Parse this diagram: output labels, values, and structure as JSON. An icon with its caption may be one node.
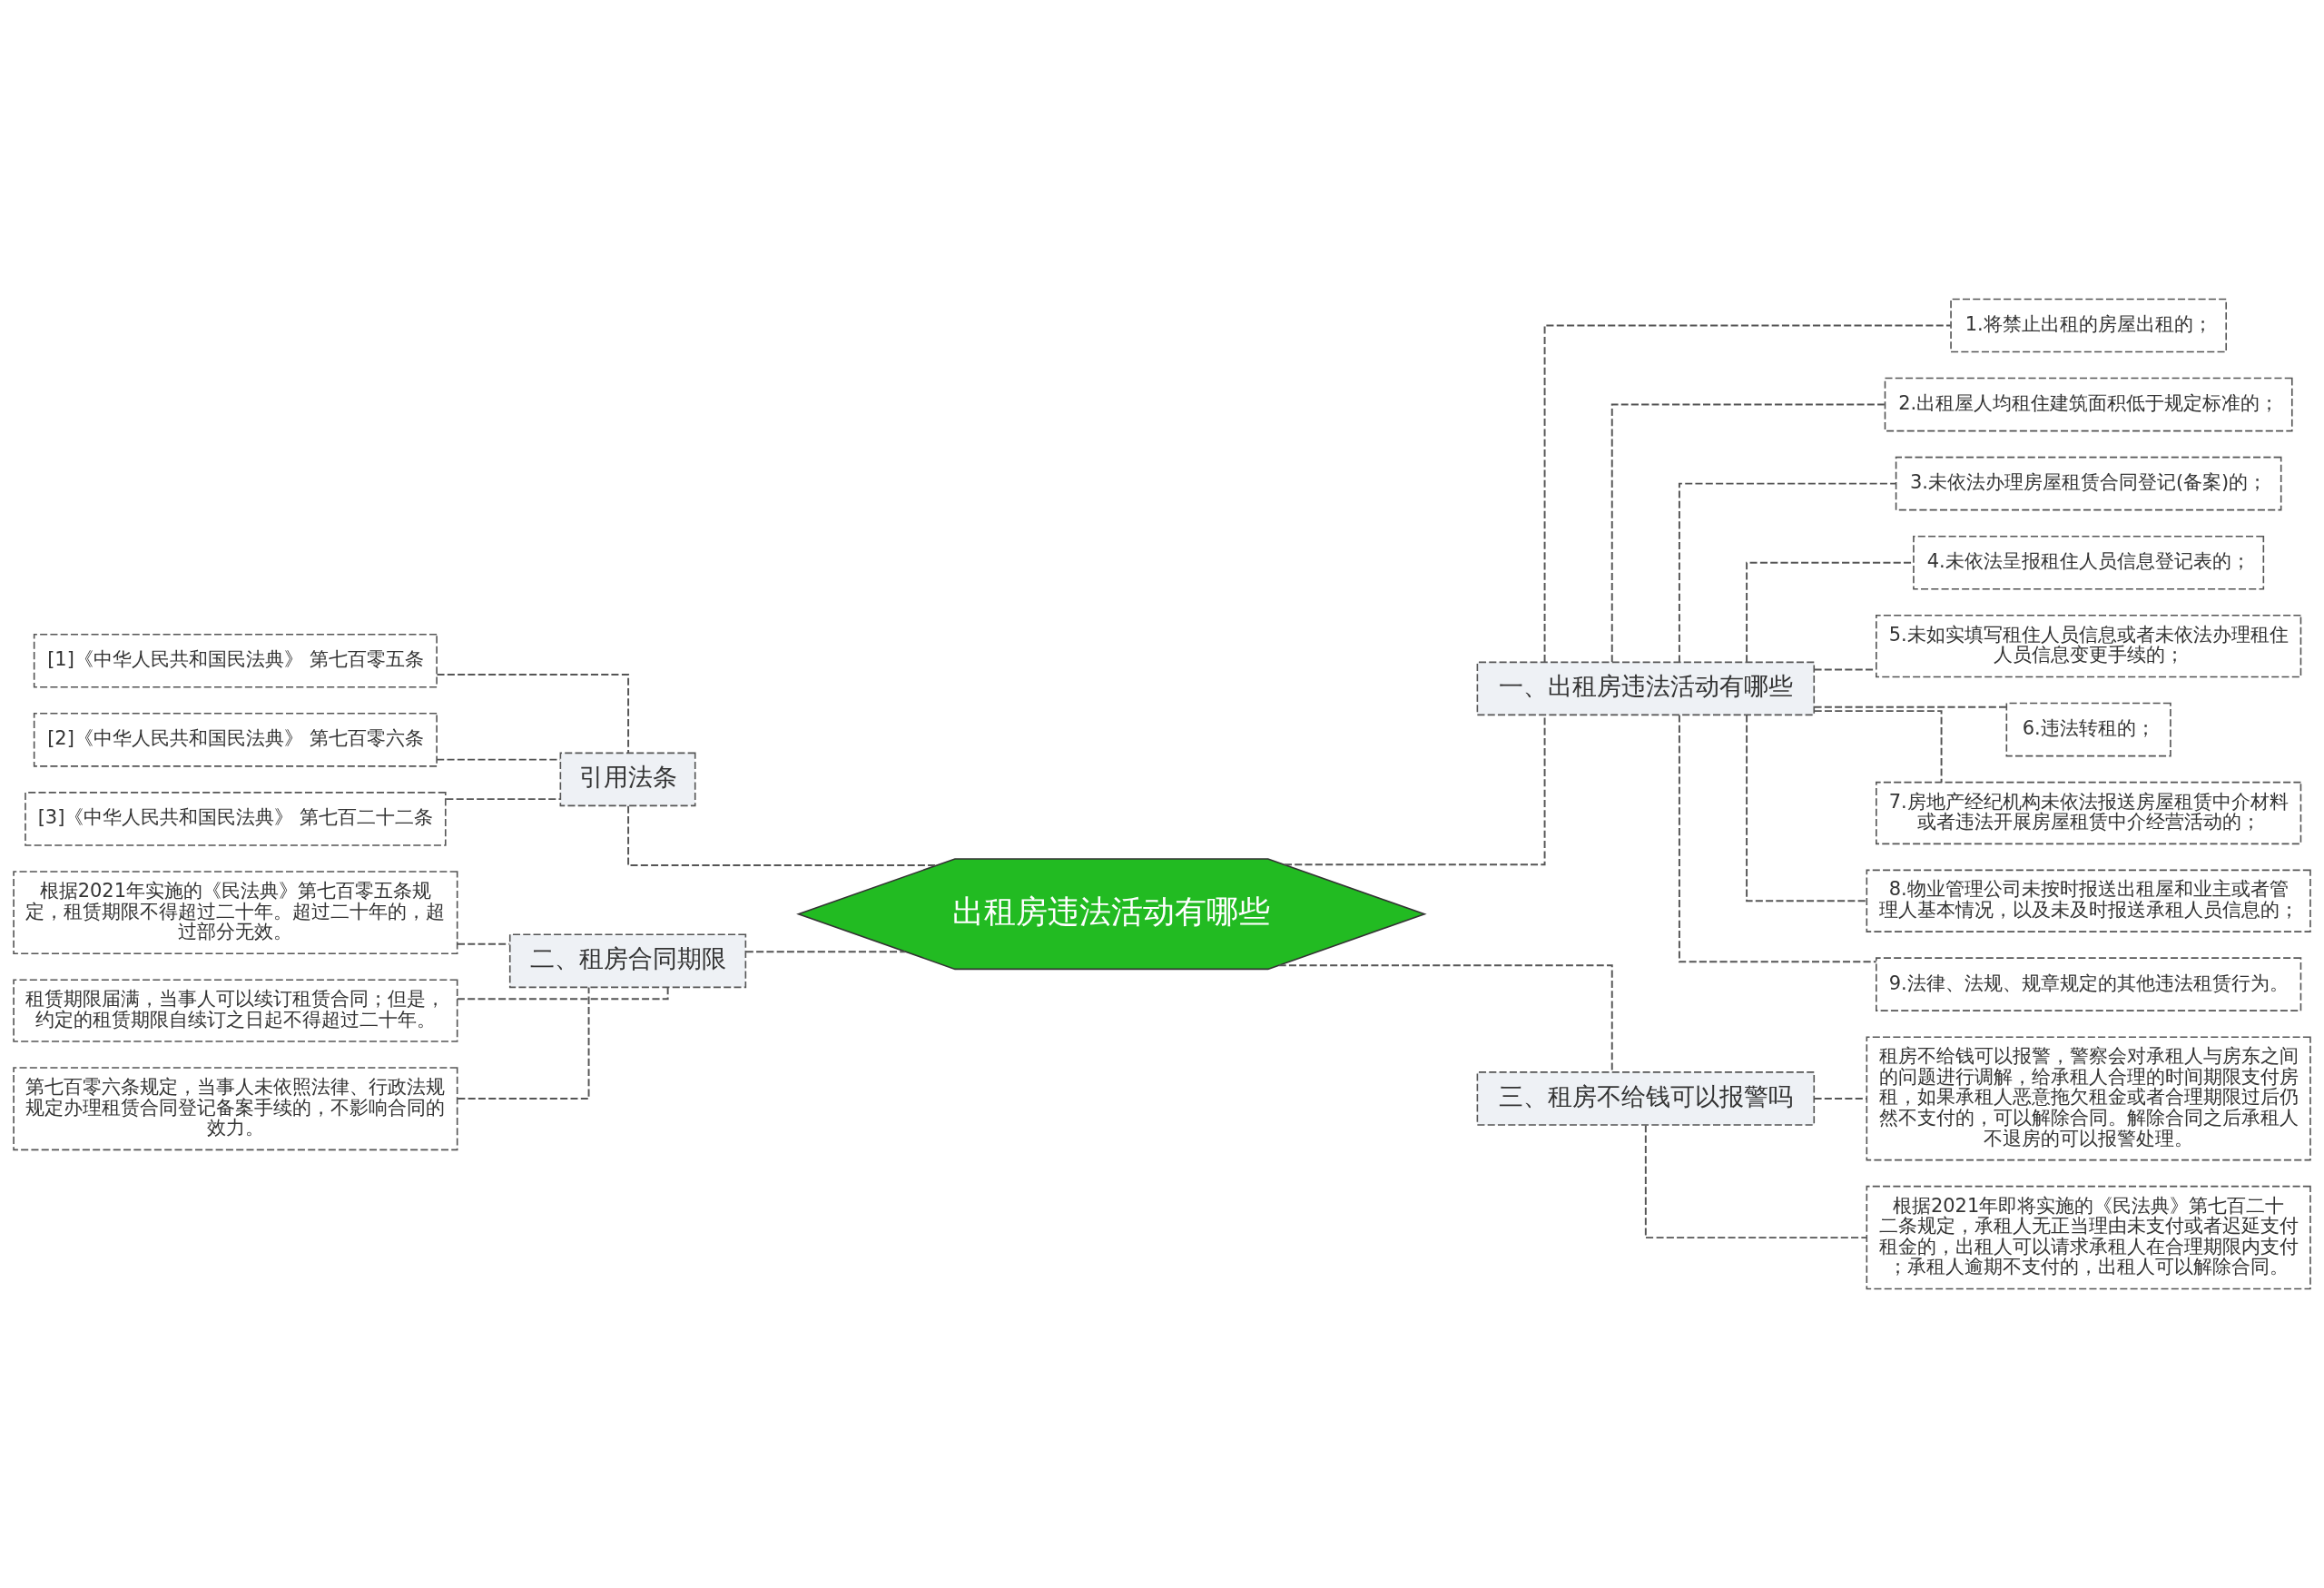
{
  "diagram": {
    "nodes": [
      {
        "text": [
          "出租房违法活动有哪些"
        ]
      },
      {
        "text": [
          "一、出租房违法活动有哪些"
        ]
      },
      {
        "text": [
          "1.将禁止出租的房屋出租的；"
        ]
      },
      {
        "text": [
          "2.出租屋人均租住建筑面积低于规定标准的；"
        ]
      },
      {
        "text": [
          "3.未依法办理房屋租赁合同登记(备案)的；"
        ]
      },
      {
        "text": [
          "4.未依法呈报租住人员信息登记表的；"
        ]
      },
      {
        "text": [
          "5.未如实填写租住人员信息或者未依法办理租住人员信息变更手续的；"
        ]
      },
      {
        "text": [
          "6.违法转租的；"
        ]
      },
      {
        "text": [
          "7.房地产经纪机构未依法报送房屋租赁中介材料或者违法开展房屋租赁中介经营活动的；"
        ]
      },
      {
        "text": [
          "8.物业管理公司未按时报送出租屋和业主或者管理人基本情况，以及未及时报送承租人员信息的；"
        ]
      },
      {
        "text": [
          "9.法律、法规、规章规定的其他违法租赁行为。"
        ]
      },
      {
        "text": [
          "三、租房不给钱可以报警吗"
        ]
      },
      {
        "text": [
          "租房不给钱可以报警，警察会对承租人与房东之间的问题进行调解，给承租人合理的时间期限支付房租，如果承租人恶意拖欠租金或者合理期限过后仍然不支付的，可以解除合同。解除合同之后承租人不退房的可以报警处理。"
        ]
      },
      {
        "text": [
          "根据2021年即将实施的《民法典》第七百二十二条规定，承租人无正当理由未支付或者迟延支付租金的，出租人可以请求承租人在合理期限内支付；承租人逾期不支付的，出租人可以解除合同。"
        ]
      },
      {
        "text": [
          "二、租房合同期限"
        ]
      },
      {
        "text": [
          "根据2021年实施的《民法典》第七百零五条规定，租赁期限不得超过二十年。超过二十年的，超过部分无效。"
        ]
      },
      {
        "text": [
          "租赁期限届满，当事人可以续订租赁合同；但是，约定的租赁期限自续订之日起不得超过二十年。"
        ]
      },
      {
        "text": [
          "第七百零六条规定，当事人未依照法律、行政法规规定办理租赁合同登记备案手续的，不影响合同的效力。"
        ]
      },
      {
        "text": [
          "引用法条"
        ]
      },
      {
        "text": [
          "[1]《中华人民共和国民法典》 第七百零五条"
        ]
      },
      {
        "text": [
          "[2]《中华人民共和国民法典》 第七百零六条"
        ]
      },
      {
        "text": [
          "[3]《中华人民共和国民法典》 第七百二十二条"
        ]
      }
    ],
    "edges": [
      {
        "from": 0,
        "to": 1,
        "arrow": "none"
      },
      {
        "from": 1,
        "to": 2,
        "arrow": "none"
      },
      {
        "from": 1,
        "to": 3,
        "arrow": "none"
      },
      {
        "from": 1,
        "to": 4,
        "arrow": "none"
      },
      {
        "from": 1,
        "to": 5,
        "arrow": "none"
      },
      {
        "from": 1,
        "to": 6,
        "arrow": "none"
      },
      {
        "from": 1,
        "to": 7,
        "arrow": "none"
      },
      {
        "from": 1,
        "to": 8,
        "arrow": "none"
      },
      {
        "from": 1,
        "to": 9,
        "arrow": "none"
      },
      {
        "from": 1,
        "to": 10,
        "arrow": "none"
      },
      {
        "from": 0,
        "to": 11,
        "arrow": "none"
      },
      {
        "from": 11,
        "to": 12,
        "arrow": "none"
      },
      {
        "from": 11,
        "to": 13,
        "arrow": "none"
      },
      {
        "from": 0,
        "to": 14,
        "arrow": "none"
      },
      {
        "from": 14,
        "to": 15,
        "arrow": "none"
      },
      {
        "from": 14,
        "to": 16,
        "arrow": "none"
      },
      {
        "from": 14,
        "to": 17,
        "arrow": "none"
      },
      {
        "from": 0,
        "to": 18,
        "arrow": "none"
      },
      {
        "from": 18,
        "to": 19,
        "arrow": "none"
      },
      {
        "from": 18,
        "to": 20,
        "arrow": "none"
      },
      {
        "from": 18,
        "to": 21,
        "arrow": "none"
      }
    ]
  }
}
